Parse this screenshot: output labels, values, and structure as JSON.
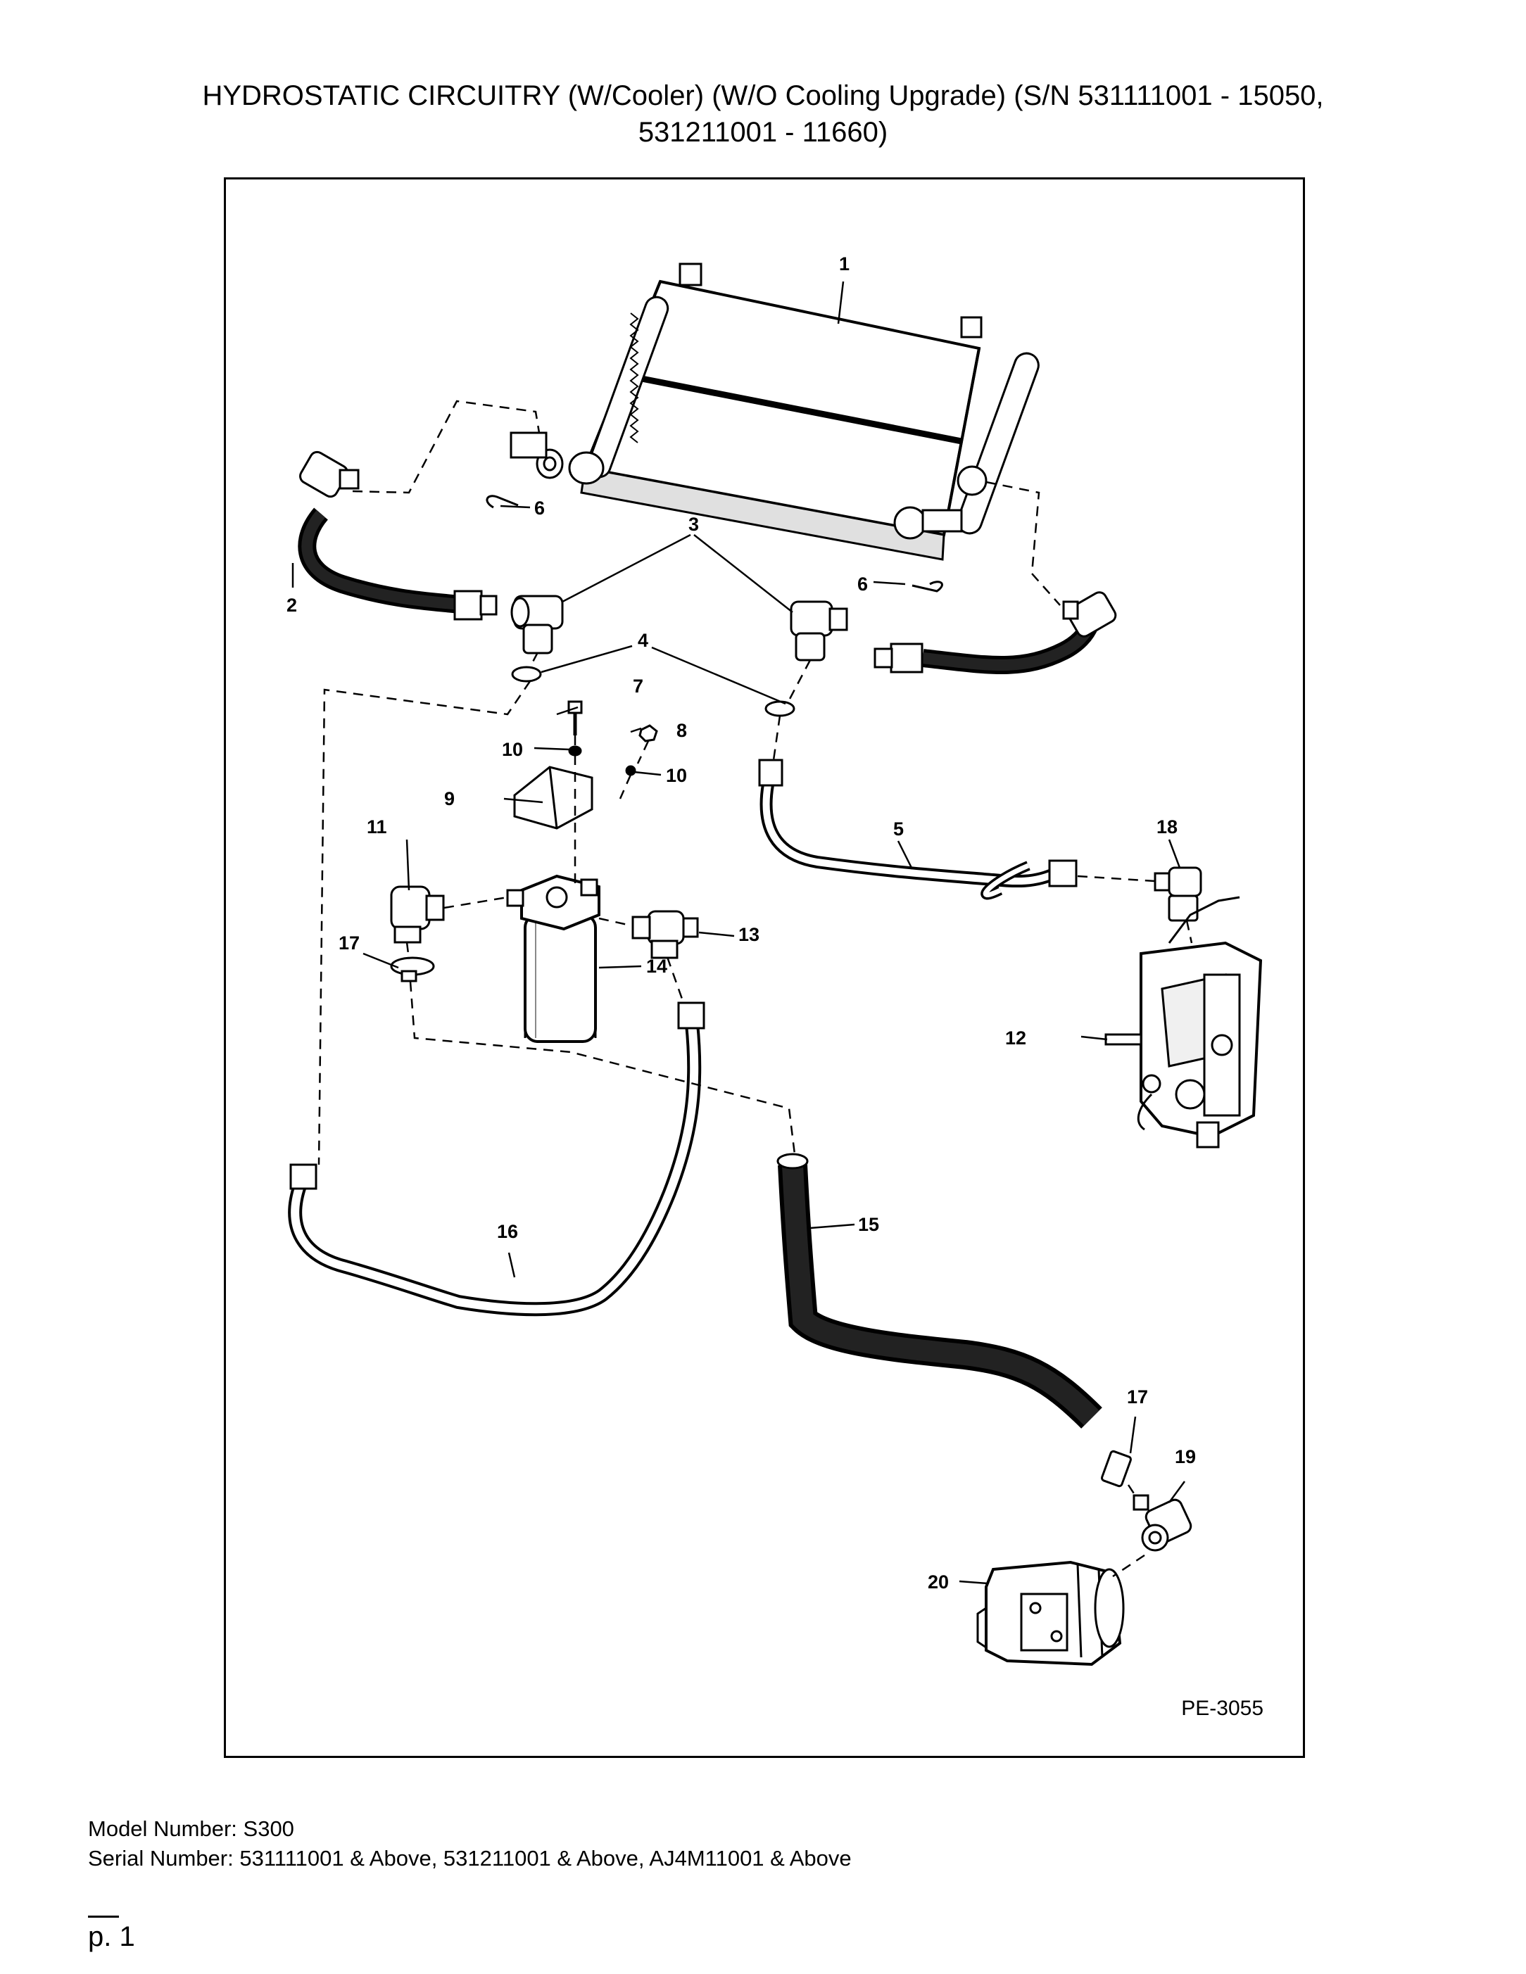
{
  "page": {
    "title_line1": "HYDROSTATIC CIRCUITRY (W/Cooler) (W/O Cooling Upgrade) (S/N 531111001 - 15050,",
    "title_line2": "531211001 - 11660)",
    "figure_code": "PE-3055",
    "model_line": "Model Number: S300",
    "serial_line": "Serial Number: 531111001 & Above, 531211001 & Above, AJ4M11001 & Above",
    "page_number": "p. 1"
  },
  "callouts": [
    {
      "id": "cooler",
      "text": "1"
    },
    {
      "id": "hose-left",
      "text": "2"
    },
    {
      "id": "elbow-upper-left",
      "text": "3"
    },
    {
      "id": "oring-left",
      "text": "4"
    },
    {
      "id": "tube-5",
      "text": "5"
    },
    {
      "id": "clip-upper",
      "text": "6"
    },
    {
      "id": "clip-lower",
      "text": "6"
    },
    {
      "id": "bolt",
      "text": "7"
    },
    {
      "id": "nut",
      "text": "8"
    },
    {
      "id": "bracket",
      "text": "9"
    },
    {
      "id": "washer-left",
      "text": "10"
    },
    {
      "id": "washer-right",
      "text": "10"
    },
    {
      "id": "elbow-filter-left",
      "text": "11"
    },
    {
      "id": "valve",
      "text": "12"
    },
    {
      "id": "elbow-filter-right",
      "text": "13"
    },
    {
      "id": "filter",
      "text": "14"
    },
    {
      "id": "hose-15",
      "text": "15"
    },
    {
      "id": "tube-16",
      "text": "16"
    },
    {
      "id": "clamp-upper",
      "text": "17"
    },
    {
      "id": "clamp-lower",
      "text": "17"
    },
    {
      "id": "fitting-18",
      "text": "18"
    },
    {
      "id": "fitting-19",
      "text": "19"
    },
    {
      "id": "pump",
      "text": "20"
    }
  ]
}
